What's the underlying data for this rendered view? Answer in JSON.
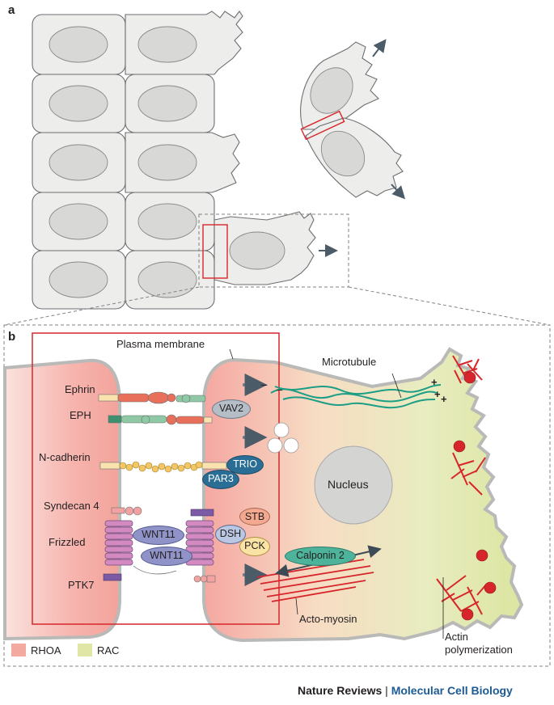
{
  "panel_a": {
    "label": "a"
  },
  "panel_b": {
    "label": "b",
    "labels": {
      "plasma_membrane": "Plasma membrane",
      "ephrin": "Ephrin",
      "eph": "EPH",
      "n_cadherin": "N-cadherin",
      "syndecan4": "Syndecan 4",
      "frizzled": "Frizzled",
      "ptk7": "PTK7",
      "microtubule": "Microtubule",
      "nucleus": "Nucleus",
      "acto_myosin": "Acto-myosin",
      "actin_polymerization_1": "Actin",
      "actin_polymerization_2": "polymerization"
    },
    "molecules": {
      "vav2": "VAV2",
      "trio": "TRIO",
      "par3": "PAR3",
      "stb": "STB",
      "dsh": "DSH",
      "pck": "PCK",
      "wnt11_a": "WNT11",
      "wnt11_b": "WNT11",
      "calponin2": "Calponin 2"
    },
    "mt_signs": {
      "minus_a": "–",
      "minus_b": "–",
      "plus": "+"
    },
    "legend": [
      {
        "name": "RHOA",
        "color": "#f2a9a0"
      },
      {
        "name": "RAC",
        "color": "#dfe6a6"
      }
    ]
  },
  "footer": {
    "publisher": "Nature Reviews",
    "separator": "|",
    "journal": "Molecular Cell Biology"
  },
  "colors": {
    "cell_fill": "#ededeb",
    "cell_stroke": "#6d6e71",
    "nucleus_fill": "#d8d8d6",
    "highlight_red": "#d7262b",
    "arrow": "#4b5b68",
    "microtubule": "#1b9e85",
    "actin": "#d7262b",
    "teal_protein": "#2a6e96"
  }
}
